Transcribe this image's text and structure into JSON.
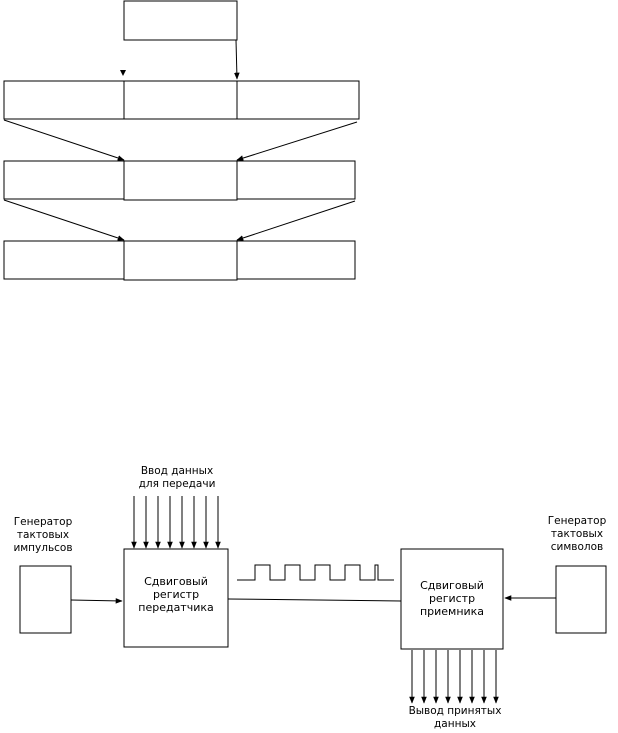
{
  "diagram": {
    "transmitter_clock_label": [
      "Генератор",
      "тактовых",
      "импульсов"
    ],
    "receiver_clock_label": [
      "Генератор",
      "тактовых",
      "символов"
    ],
    "data_input_label": [
      "Ввод данных",
      "для передачи"
    ],
    "data_output_label": [
      "Вывод принятых",
      "данных"
    ],
    "transmitter_register_label": [
      "Сдвиговый",
      "регистр",
      "передатчика"
    ],
    "receiver_register_label": [
      "Сдвиговый",
      "регистр",
      "приемника"
    ]
  }
}
